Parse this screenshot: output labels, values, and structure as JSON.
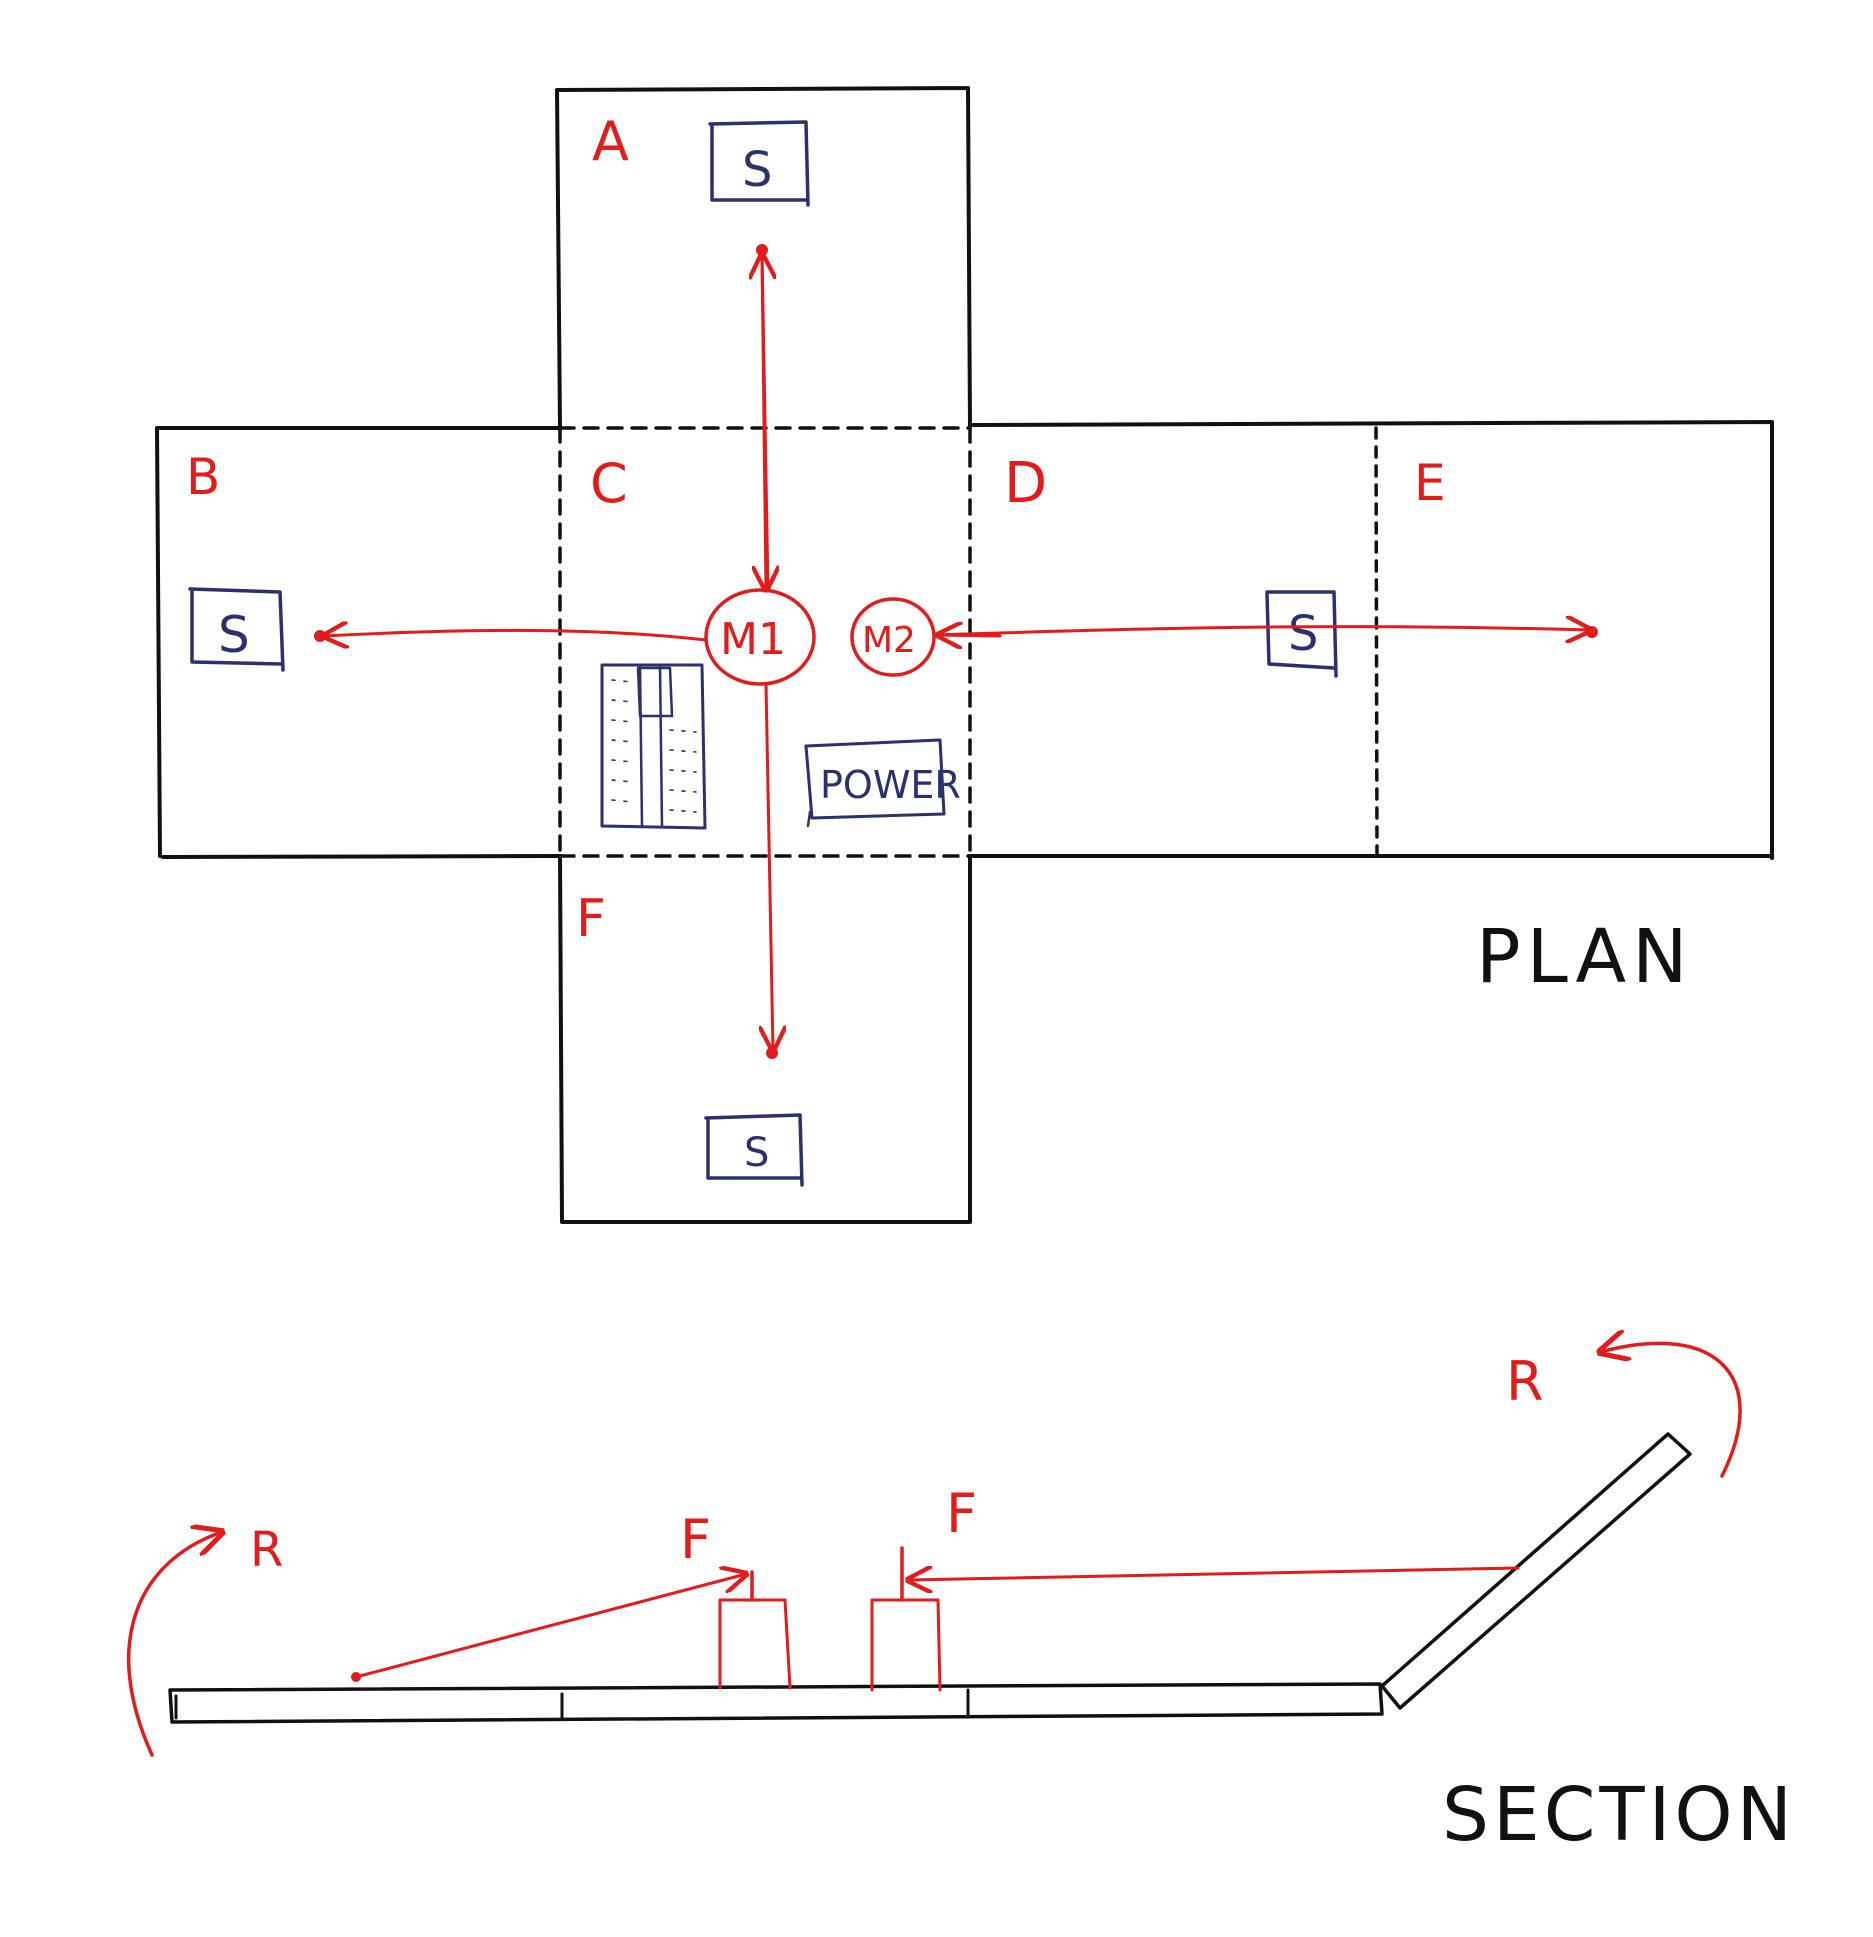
{
  "plan": {
    "title": "PLAN",
    "panels": {
      "a": "A",
      "b": "B",
      "c": "C",
      "d": "D",
      "e": "E",
      "f": "F"
    },
    "sensor_label": "S",
    "motors": {
      "m1": "M1",
      "m2": "M2"
    },
    "power_label": "POWER"
  },
  "section": {
    "title": "SECTION",
    "rotation_label": "R",
    "force_label": "F"
  },
  "colors": {
    "outline": "#111111",
    "annotation": "#e31b1b",
    "component": "#2b3170"
  }
}
